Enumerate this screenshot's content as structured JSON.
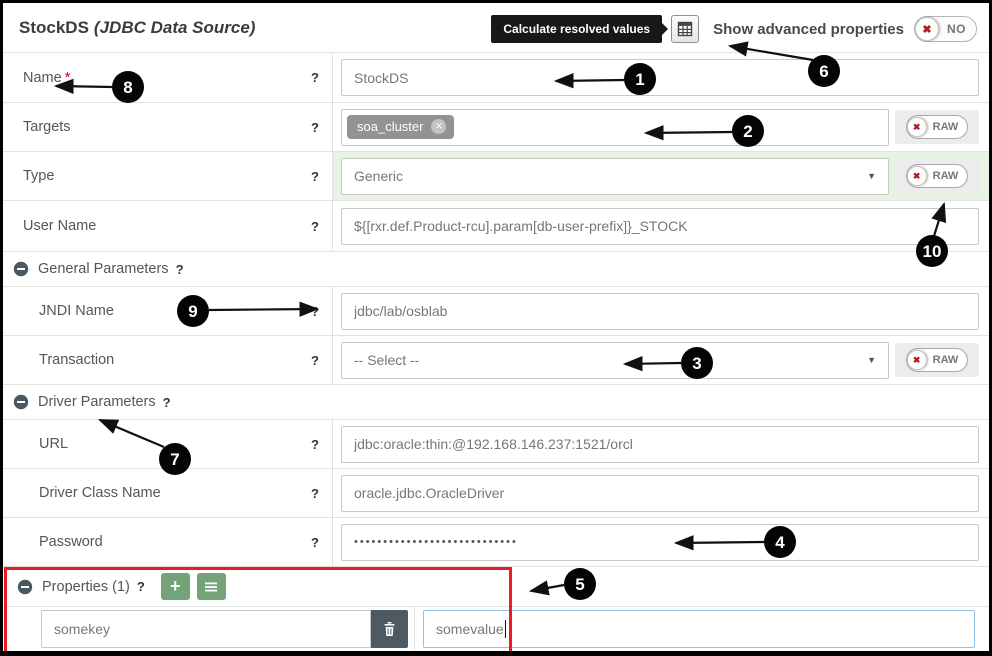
{
  "header": {
    "title": "StockDS",
    "subtitle": "(JDBC Data Source)",
    "calc_tooltip": "Calculate resolved values",
    "advanced_label": "Show advanced properties",
    "toggle_state": "NO",
    "toggle_icon": "✖"
  },
  "help_glyph": "?",
  "raw": {
    "label": "RAW",
    "icon": "✖"
  },
  "fields": {
    "name": {
      "label": "Name",
      "required": "*",
      "value": "StockDS"
    },
    "targets": {
      "label": "Targets",
      "tag": "soa_cluster",
      "tag_remove": "✕"
    },
    "type": {
      "label": "Type",
      "value": "Generic",
      "caret": "▼"
    },
    "user_name": {
      "label": "User Name",
      "value": "${[rxr.def.Product-rcu].param[db-user-prefix]}_STOCK"
    },
    "jndi": {
      "label": "JNDI Name",
      "value": "jdbc/lab/osblab"
    },
    "transaction": {
      "label": "Transaction",
      "value": "-- Select --",
      "caret": "▼"
    },
    "url": {
      "label": "URL",
      "value": "jdbc:oracle:thin:@192.168.146.237:1521/orcl"
    },
    "driver_class": {
      "label": "Driver Class Name",
      "value": "oracle.jdbc.OracleDriver"
    },
    "password": {
      "label": "Password",
      "value": "••••••••••••••••••••••••••••"
    }
  },
  "sections": {
    "general": {
      "title": "General Parameters"
    },
    "driver": {
      "title": "Driver Parameters"
    },
    "properties": {
      "title": "Properties (1)",
      "add_icon": "+"
    }
  },
  "property_row": {
    "key": "somekey",
    "value": "somevalue"
  },
  "annotations": [
    "1",
    "2",
    "3",
    "4",
    "5",
    "6",
    "7",
    "8",
    "9",
    "10"
  ],
  "colors": {
    "accent_green": "#73a377",
    "danger_red": "#b11a21",
    "annotation_red": "#ed1c24",
    "slate_dark": "#4d5a62",
    "type_row_highlight": "#e9f3e5"
  }
}
